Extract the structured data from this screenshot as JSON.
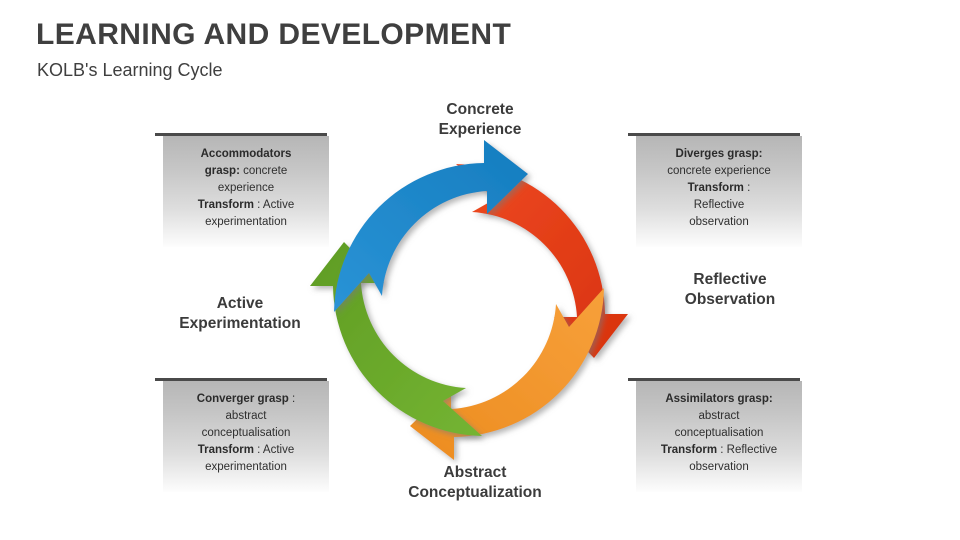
{
  "header": {
    "title": "LEARNING AND DEVELOPMENT",
    "subtitle": "KOLB's Learning Cycle"
  },
  "diagram": {
    "name": "kolb-learning-cycle",
    "type": "cyclical-arrow-diagram",
    "direction": "clockwise",
    "stages": [
      {
        "id": "concrete-experience",
        "label_line1": "Concrete",
        "label_line2": "Experience",
        "color": "#e5401a",
        "position": "top-right-arc"
      },
      {
        "id": "reflective-observation",
        "label_line1": "Reflective",
        "label_line2": "Observation",
        "color": "#f2962e",
        "position": "bottom-right-arc"
      },
      {
        "id": "abstract-conceptualization",
        "label_line1": "Abstract",
        "label_line2": "Conceptualization",
        "color": "#6aaa2b",
        "position": "bottom-left-arc"
      },
      {
        "id": "active-experimentation",
        "label_line1": "Active",
        "label_line2": "Experimentation",
        "color": "#2189cb",
        "position": "top-left-arc"
      }
    ]
  },
  "boxes": {
    "accommodators": {
      "line1_bold": "Accommodators",
      "line2_bold": "grasp:",
      "line2_rest": " concrete",
      "line3": "experience",
      "line4_bold": "Transform",
      "line4_rest": " : Active",
      "line5": "experimentation"
    },
    "diverges": {
      "line1_bold": "Diverges grasp:",
      "line2": "concrete experience",
      "line3_bold": "Transform",
      "line3_rest": " :",
      "line4": "Reflective",
      "line5": "observation"
    },
    "converger": {
      "line1_bold": "Converger grasp",
      "line1_rest": " :",
      "line2": "abstract",
      "line3": "conceptualisation",
      "line4_bold": "Transform",
      "line4_rest": " : Active",
      "line5": "experimentation"
    },
    "assimilators": {
      "line1_bold": "Assimilators grasp:",
      "line2": "abstract",
      "line3": "conceptualisation",
      "line4_bold": "Transform",
      "line4_rest": " : Reflective",
      "line5": "observation"
    }
  },
  "colors": {
    "red": "#e5401a",
    "orange": "#f2962e",
    "green": "#6aaa2b",
    "blue": "#2189cb",
    "text_dark": "#3b3b3b",
    "box_bar": "#4a4a4a",
    "background": "#ffffff"
  }
}
